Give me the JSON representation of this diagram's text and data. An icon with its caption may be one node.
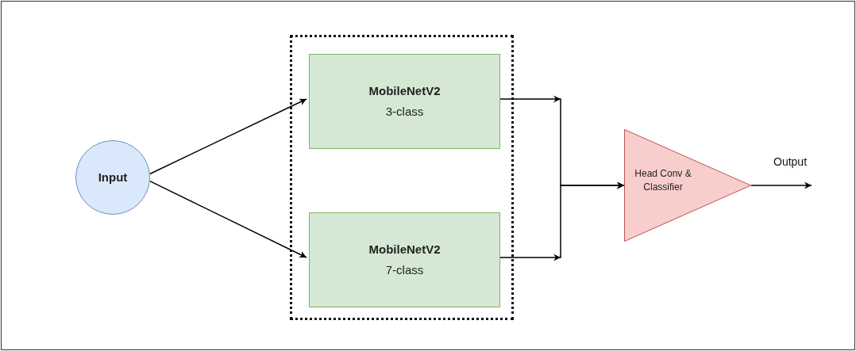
{
  "diagram": {
    "nodes": [
      {
        "text": [
          "Input"
        ]
      },
      {
        "text": [],
        "shape": "box"
      },
      {
        "text": [
          "MobileNetV2",
          "3-class"
        ],
        "in": 1
      },
      {
        "text": [
          "MobileNetV2",
          "7-class"
        ],
        "in": 1
      },
      {
        "text": [
          "Head Conv & Classifier"
        ]
      }
    ],
    "edges": [
      {
        "from": 0,
        "to": 2,
        "arrow": "to"
      },
      {
        "from": 0,
        "to": 3,
        "arrow": "to"
      },
      {
        "from": 2,
        "to": 4,
        "arrow": "to"
      },
      {
        "from": 3,
        "to": 4,
        "arrow": "to"
      },
      {
        "from": 4,
        "to": null,
        "arrow": "to",
        "label": "Output"
      }
    ]
  }
}
